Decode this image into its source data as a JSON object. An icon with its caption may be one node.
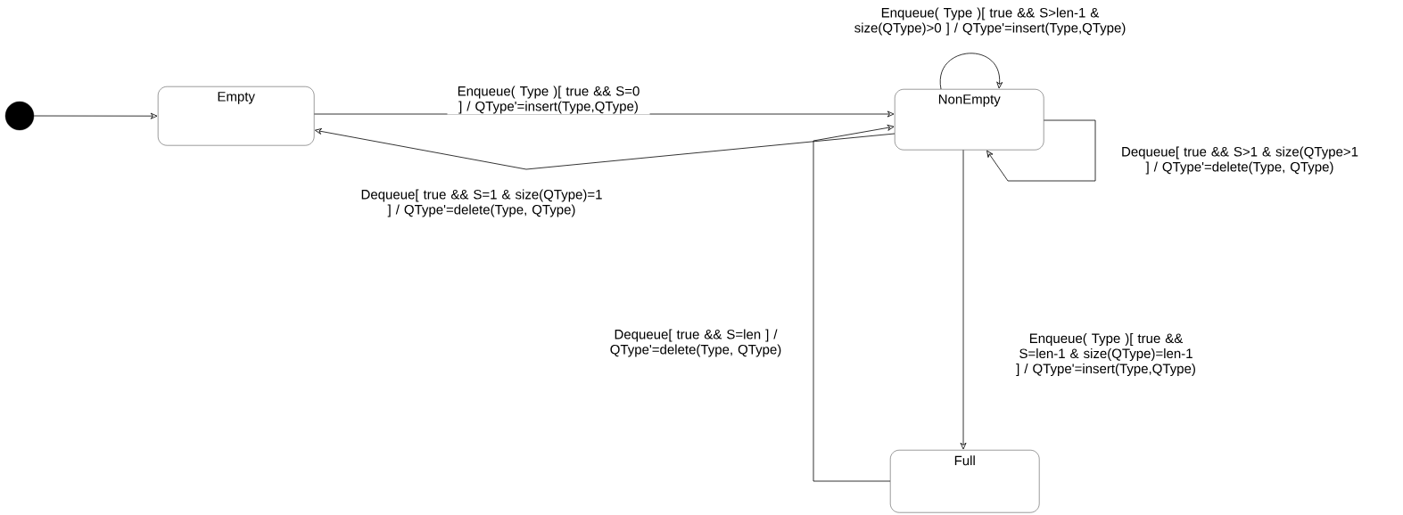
{
  "diagram": {
    "nodes": [
      {
        "text": [],
        "shape": "circle"
      },
      {
        "text": [
          "Empty"
        ]
      },
      {
        "text": [
          "NonEmpty"
        ]
      },
      {
        "text": [
          "Full"
        ]
      }
    ],
    "edges": [
      {
        "from": 0,
        "to": 1,
        "arrow": "to"
      },
      {
        "from": 1,
        "to": 2,
        "arrow": "to",
        "label": "Enqueue( Type )[ true && S=0 ] / QType'=insert(Type,QType)"
      },
      {
        "from": 2,
        "to": 1,
        "arrow": "to",
        "label": "Dequeue[ true && S=1 & size(QType)=1 ] / QType'=delete(Type, QType)"
      },
      {
        "from": 2,
        "to": 2,
        "arrow": "to",
        "label": "Enqueue( Type )[ true && S>len-1 & size(QType)>0 ] / QType'=insert(Type,QType)"
      },
      {
        "from": 2,
        "to": 2,
        "arrow": "to",
        "label": "Dequeue[ true && S>1 & size(QType>1 ] / QType'=delete(Type, QType)"
      },
      {
        "from": 2,
        "to": 3,
        "arrow": "to",
        "label": "Enqueue( Type )[ true && S=len-1 & size(QType)=len-1 ] / QType'=insert(Type,QType)"
      },
      {
        "from": 3,
        "to": 2,
        "arrow": "to",
        "label": "Dequeue[ true && S=len ] / QType'=delete(Type, QType)"
      }
    ]
  }
}
